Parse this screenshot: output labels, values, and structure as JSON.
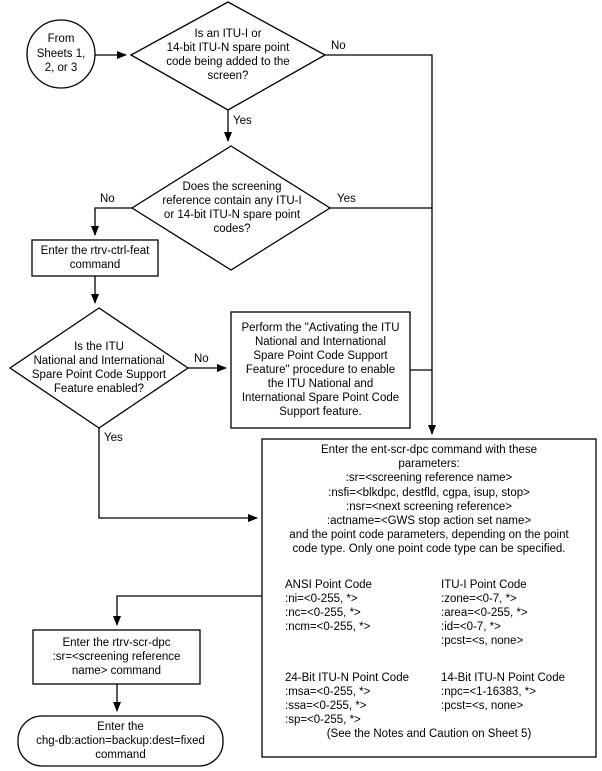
{
  "diagram": {
    "title": "ITU-I / 14-bit ITU-N spare point code addition flowchart",
    "stroke_color": "#000000",
    "fill_color": "#ffffff",
    "text_color": "#000000",
    "nodes": {
      "start_connector": {
        "shape": "circle",
        "label": "From\nSheets 1,\n2, or 3"
      },
      "decision_1": {
        "shape": "diamond",
        "label": "Is an ITU-I or\n14-bit ITU-N spare point\ncode being added to the\nscreen?"
      },
      "decision_2": {
        "shape": "diamond",
        "label": "Does the screening\nreference contain any ITU-I\nor 14-bit ITU-N spare point\ncodes?"
      },
      "process_rtrv_ctrl_feat": {
        "shape": "rectangle",
        "label": "Enter the rtrv-ctrl-feat\ncommand"
      },
      "decision_3": {
        "shape": "diamond",
        "label": "Is the ITU\nNational and International\nSpare Point Code Support\nFeature enabled?"
      },
      "process_activate_feature": {
        "shape": "rectangle",
        "label": "Perform the \"Activating the ITU\nNational and International\nSpare Point Code Support\nFeature\" procedure to enable\nthe ITU National and\nInternational Spare Point Code\nSupport feature."
      },
      "process_ent_scr_dpc": {
        "shape": "rectangle",
        "header": "Enter the ent-scr-dpc command with these\nparameters:\n:sr=<screening reference name>\n:nsfi=<blkdpc, destfld, cgpa, isup, stop>\n:nsr=<next screening reference>\n:actname=<GWS stop action set name>\nand the point code parameters, depending on the point\ncode type. Only one point code type can be specified.",
        "point_code_groups": [
          {
            "name": "ansi-point-code",
            "heading": "ANSI Point Code",
            "params": ":ni=<0-255, *>\n:nc=<0-255, *>\n:ncm=<0-255, *>"
          },
          {
            "name": "itu-i-point-code",
            "heading": "ITU-I Point Code",
            "params": ":zone=<0-7, *>\n:area=<0-255, *>\n:id=<0-7, *>\n:pcst=<s, none>"
          },
          {
            "name": "itu-n-24bit-point-code",
            "heading": "24-Bit ITU-N Point Code",
            "params": ":msa=<0-255, *>\n:ssa=<0-255, *>\n:sp=<0-255, *>"
          },
          {
            "name": "itu-n-14bit-point-code",
            "heading": "14-Bit ITU-N Point Code",
            "params": ":npc=<1-16383, *>\n:pcst=<s, none>"
          }
        ],
        "footnote": "(See the Notes and Caution on Sheet 5)"
      },
      "process_rtrv_scr_dpc": {
        "shape": "rectangle",
        "label": "Enter the rtrv-scr-dpc\n:sr=<screening reference\nname>  command"
      },
      "terminator_chg_db": {
        "shape": "rounded-rectangle",
        "label": "Enter the\nchg-db:action=backup:dest=fixed\ncommand"
      }
    },
    "edge_labels": {
      "decision_1_no": "No",
      "decision_1_yes": "Yes",
      "decision_2_no": "No",
      "decision_2_yes": "Yes",
      "decision_3_no": "No",
      "decision_3_yes": "Yes"
    }
  }
}
